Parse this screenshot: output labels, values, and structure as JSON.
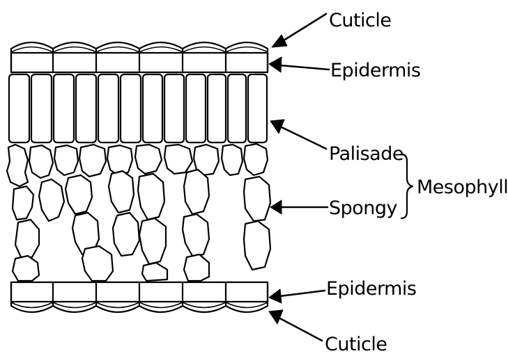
{
  "labels": {
    "cuticle_top": "Cuticle",
    "epidermis_top": "Epidermis",
    "palisade": "Palisade",
    "spongy": "Spongy",
    "mesophyll": "Mesophyll",
    "epidermis_bottom": "Epidermis",
    "cuticle_bottom": "Cuticle"
  },
  "colors": {
    "ink": "#000000",
    "background": "#ffffff"
  }
}
